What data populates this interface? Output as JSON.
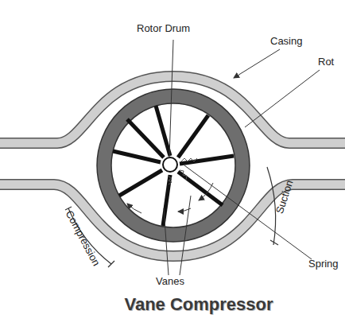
{
  "diagram": {
    "title": "Vane Compressor",
    "labels": [
      "Rotor Drum",
      "Casing",
      "Rot",
      "Suction",
      "Compression",
      "Spring",
      "Vanes"
    ]
  }
}
